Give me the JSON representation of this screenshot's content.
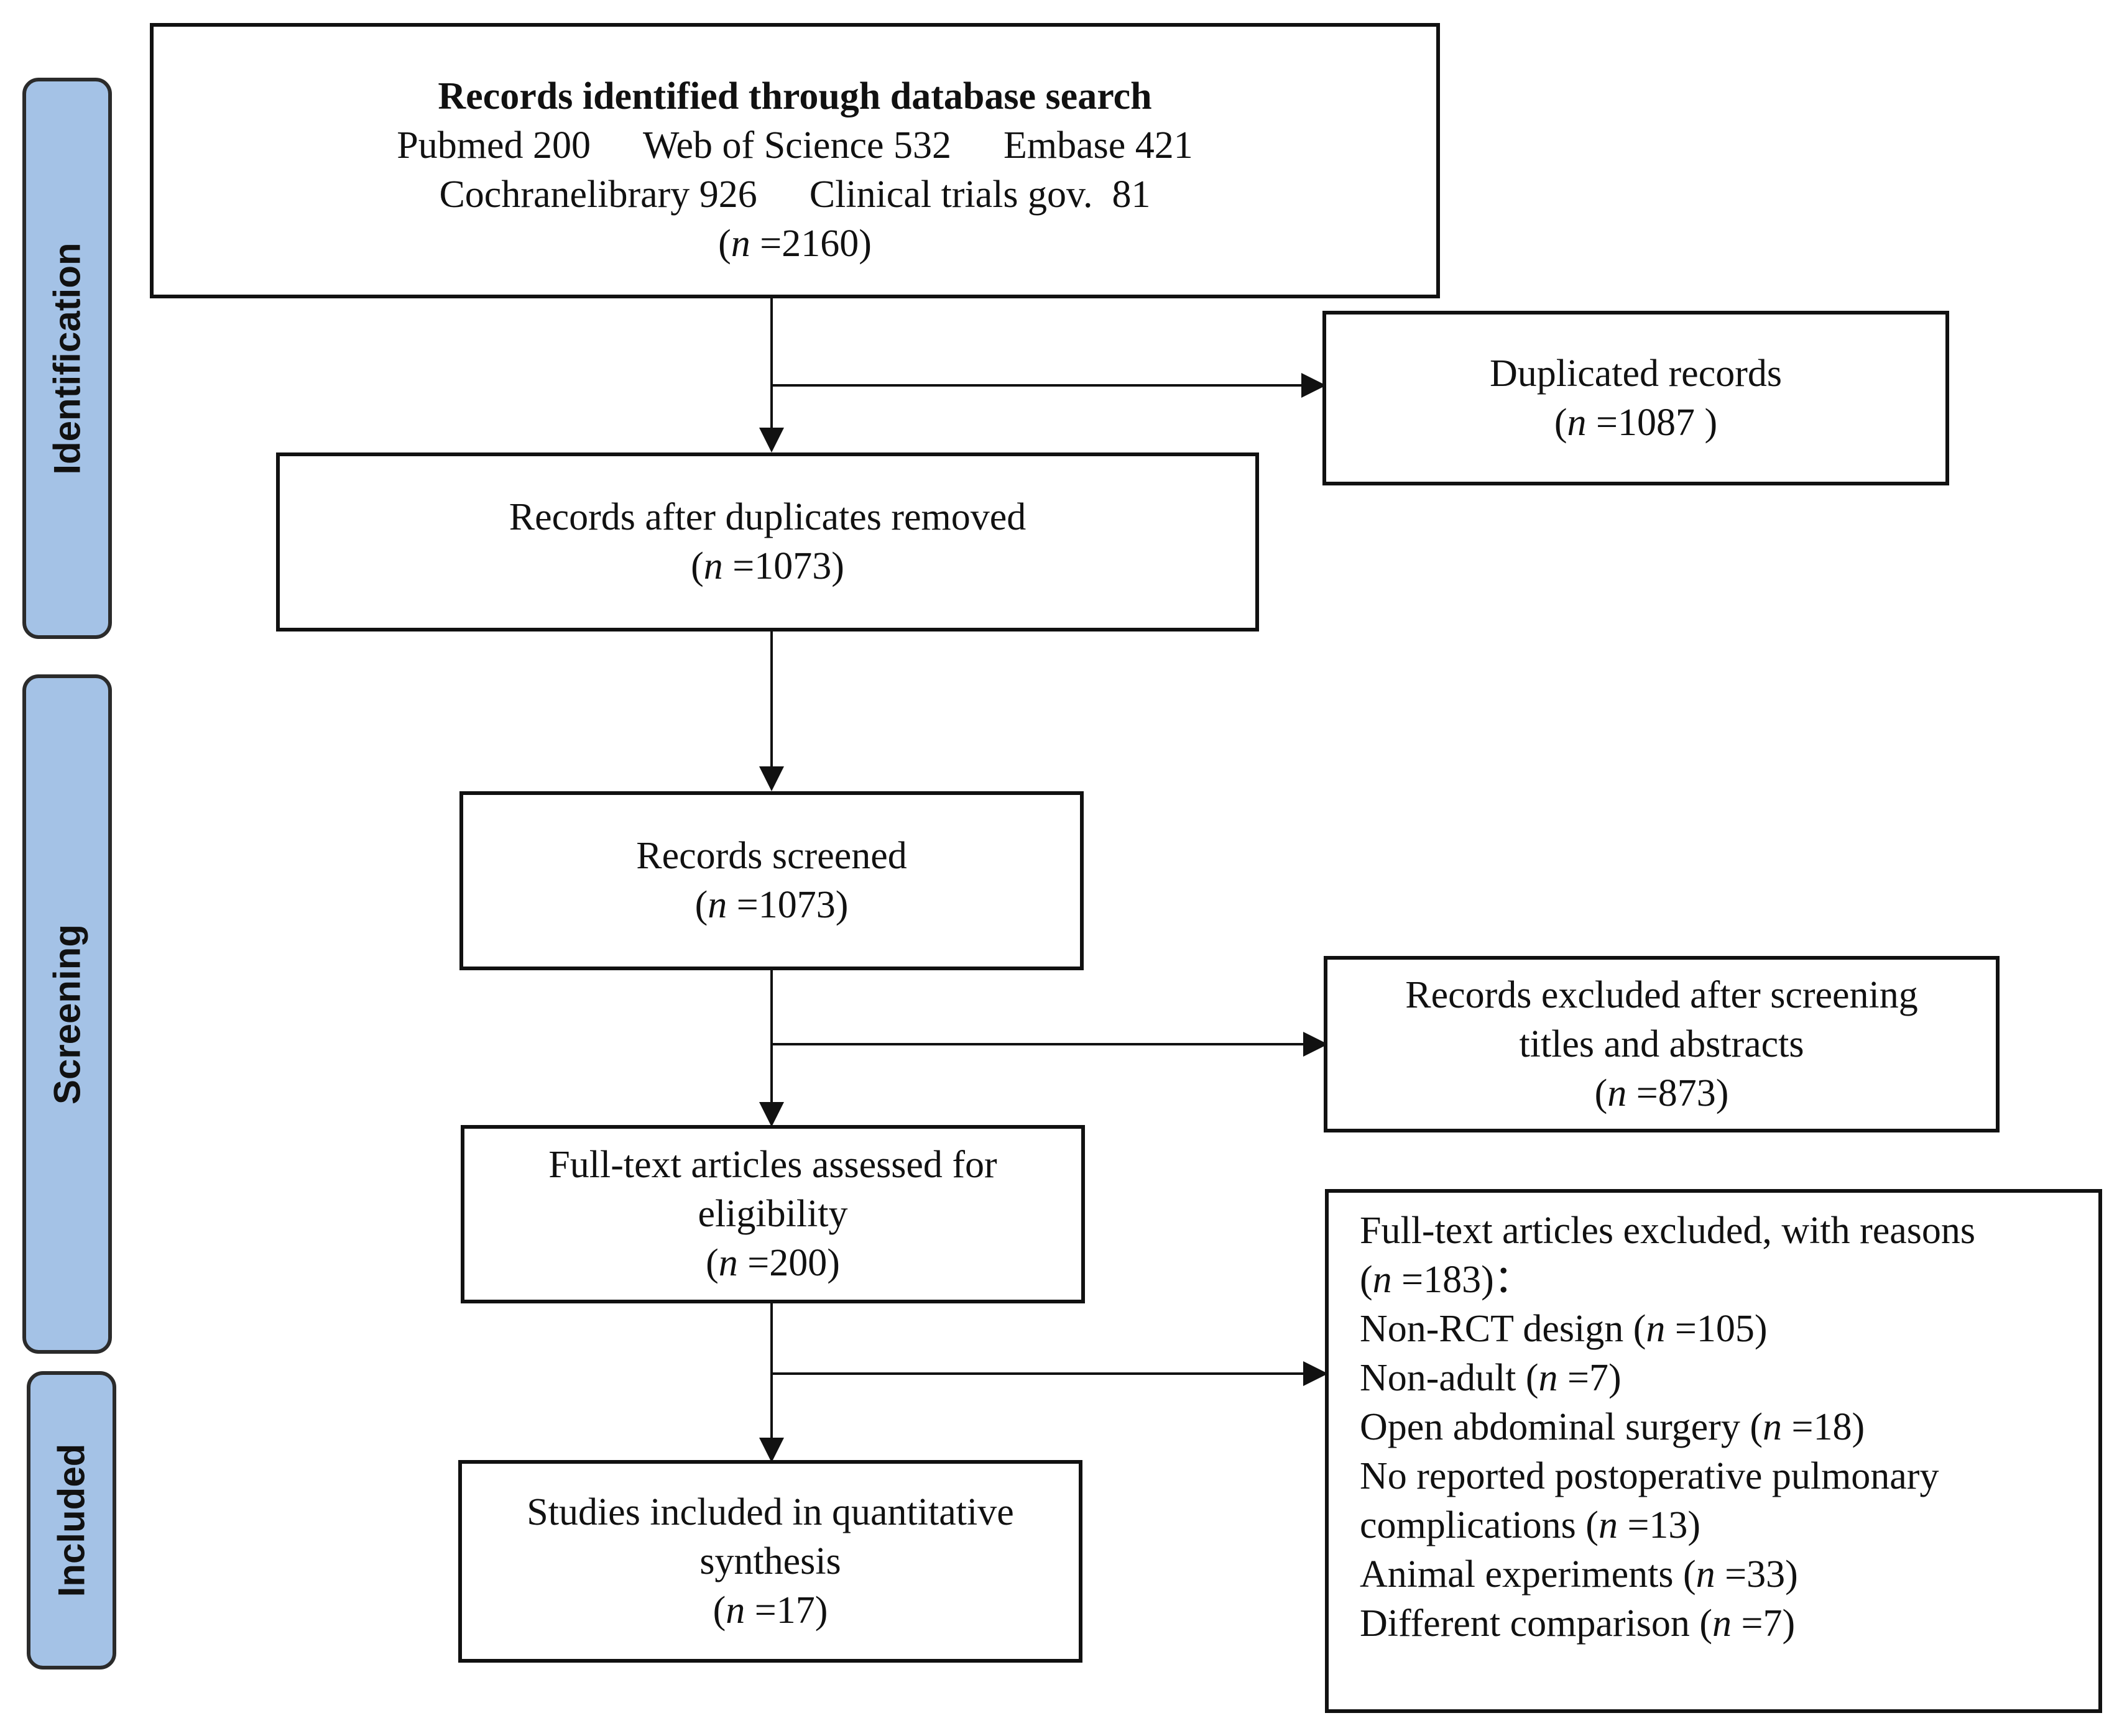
{
  "stages": {
    "identification": "Identification",
    "screening": "Screening",
    "included": "Included"
  },
  "identified": {
    "title": "Records identified through database search",
    "sources_row1": [
      "Pubmed 200",
      "Web of Science 532",
      "Embase 421"
    ],
    "sources_row2": [
      "Cochranelibrary 926",
      "Clinical trials gov.  81"
    ],
    "count": "=2160)"
  },
  "duplicates": {
    "label": "Duplicated records",
    "count": "=1087 )"
  },
  "after_duplicates": {
    "label": "Records after duplicates removed",
    "count": "=1073)"
  },
  "screened": {
    "label": "Records screened",
    "count": "=1073)"
  },
  "excluded_screening": {
    "line1": "Records excluded after screening",
    "line2": "titles and abstracts",
    "count": "=873)"
  },
  "fulltext": {
    "line1": "Full-text articles assessed for",
    "line2": "eligibility",
    "count": "=200)"
  },
  "excluded_fulltext": {
    "line1": "Full-text articles excluded, with reasons",
    "count": "=183)：",
    "reasons": [
      {
        "label": "Non-RCT design (",
        "count": "=105)"
      },
      {
        "label": "Non-adult (",
        "count": "=7)"
      },
      {
        "label": "Open abdominal surgery (",
        "count": "=18)"
      },
      {
        "label": "No reported postoperative pulmonary",
        "count": ""
      },
      {
        "label": "complications (",
        "count": "=13)"
      },
      {
        "label": "Animal experiments (",
        "count": "=33)"
      },
      {
        "label": "Different comparison (",
        "count": "=7)"
      }
    ]
  },
  "included": {
    "line1": "Studies included in quantitative",
    "line2": "synthesis",
    "count": "=17)"
  },
  "n_symbol": "n",
  "colors": {
    "stage_fill": "#a4c2e6",
    "stroke": "#111111"
  }
}
